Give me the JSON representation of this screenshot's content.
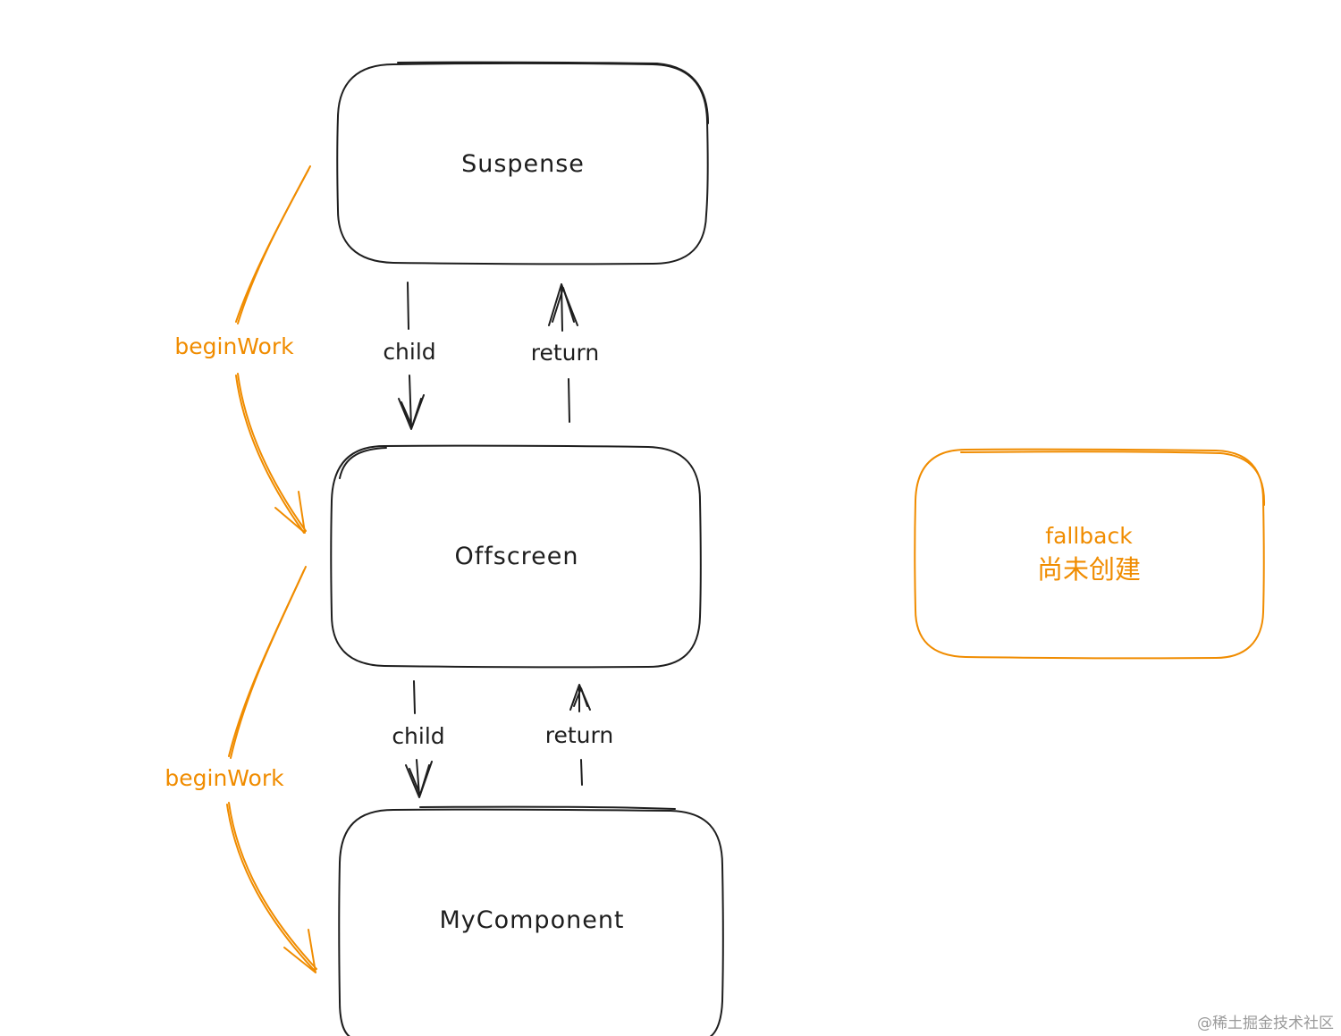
{
  "nodes": {
    "suspense": "Suspense",
    "offscreen": "Offscreen",
    "my_component": "MyComponent",
    "fallback_title": "fallback",
    "fallback_status": "尚未创建"
  },
  "edges": {
    "child_1": "child",
    "return_1": "return",
    "child_2": "child",
    "return_2": "return",
    "begin_work_1": "beginWork",
    "begin_work_2": "beginWork"
  },
  "watermark": "@稀土掘金技术社区",
  "colors": {
    "stroke": "#1e1e1e",
    "accent": "#f08c00",
    "background": "#ffffff"
  }
}
